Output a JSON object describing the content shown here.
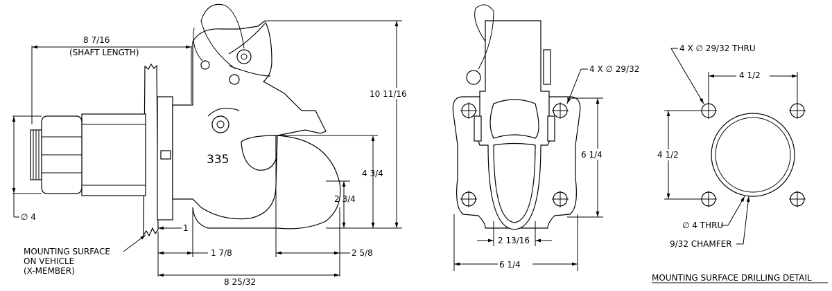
{
  "side_view": {
    "shaft_length_value": "8 7/16",
    "shaft_length_note": "(SHAFT LENGTH)",
    "height_total": "10 11/16",
    "model_number": "335",
    "height_hook": "4 3/4",
    "height_throat": "2 3/4",
    "shaft_diameter": "∅ 4",
    "flange_thickness": "1",
    "dim_a": "1 7/8",
    "dim_b": "2 5/8",
    "overall_length": "8 25/32",
    "mount_label_1": "MOUNTING SURFACE",
    "mount_label_2": "ON VEHICLE",
    "mount_label_3": "(X-MEMBER)"
  },
  "front_view": {
    "hole_callout": "4 X ∅ 29/32",
    "hole_spacing_vertical": "6 1/4",
    "throat_width": "2 13/16",
    "overall_width": "6 1/4"
  },
  "drilling_detail": {
    "hole_callout": "4 X ∅ 29/32 THRU",
    "spacing_horizontal": "4 1/2",
    "spacing_vertical": "4 1/2",
    "center_hole": "∅ 4 THRU",
    "chamfer": "9/32 CHAMFER",
    "title": "MOUNTING SURFACE DRILLING DETAIL"
  }
}
